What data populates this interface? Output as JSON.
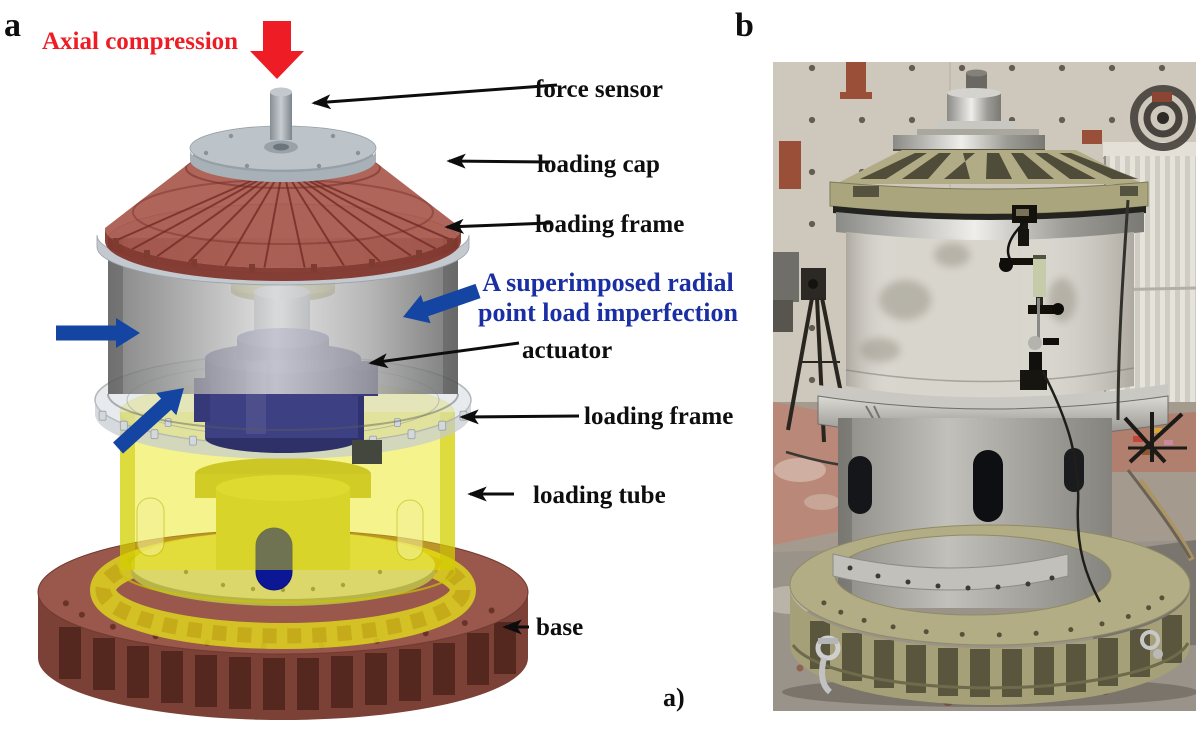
{
  "fig": {
    "panels": {
      "a": {
        "letter": "a",
        "caption": "a)",
        "axial_load_label": "Axial compression",
        "radial_label_line1": "A superimposed radial",
        "radial_label_line2": "point load imperfection",
        "part_labels": [
          {
            "text": "force sensor"
          },
          {
            "text": "loading cap"
          },
          {
            "text": "loading frame"
          },
          {
            "text": "actuator"
          },
          {
            "text": "loading frame"
          },
          {
            "text": "loading tube"
          },
          {
            "text": "base"
          }
        ]
      },
      "b": {
        "letter": "b"
      }
    },
    "colors": {
      "axial_arrow_red": "#ee1c25",
      "radial_text_blue": "#1b2fa5",
      "radial_arrow_blue": "#1545a3",
      "label_text": "#0e0e0e",
      "cap_maroon": "#a34c3f",
      "base_maroon": "#9a574b",
      "tube_yellow": "#e8e400",
      "actuator_navy": "#3d4183",
      "frame_silver": "#c3c9ce",
      "photo_wall": "#cdc7bc",
      "photo_olive": "#b1ac85",
      "photo_concrete": "#d8d5cd"
    }
  }
}
